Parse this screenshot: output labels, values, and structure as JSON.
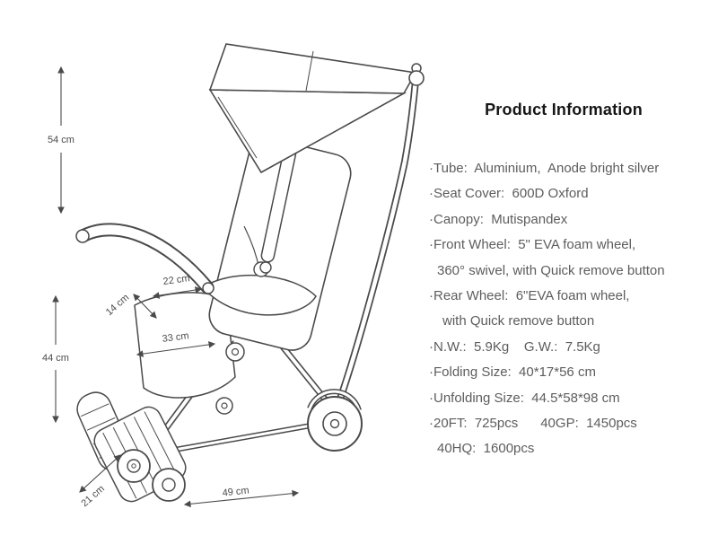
{
  "colors": {
    "heading": "#161616",
    "body_text": "#5d5d5d",
    "line_art": "#4a4a4a"
  },
  "info": {
    "title": "Product Information",
    "lines": [
      {
        "text": "·Tube:  Aluminium,  Anode bright silver"
      },
      {
        "text": "·Seat Cover:  600D Oxford"
      },
      {
        "text": "·Canopy:  Mutispandex"
      },
      {
        "text": "·Front Wheel:  5\" EVA foam wheel,"
      },
      {
        "text": "360° swivel, with Quick remove button"
      },
      {
        "text": "·Rear Wheel:  6\"EVA foam wheel,"
      },
      {
        "text": "with Quick remove button"
      },
      {
        "text": "·N.W.:  5.9Kg    G.W.:  7.5Kg"
      },
      {
        "text": "·Folding Size:  40*17*56 cm"
      },
      {
        "text": "·Unfolding Size:  44.5*58*98 cm"
      },
      {
        "text": "·20FT:  725pcs      40GP:  1450pcs"
      },
      {
        "text": "40HQ:  1600pcs"
      }
    ]
  },
  "dims": [
    {
      "label": "54 cm"
    },
    {
      "label": "44 cm"
    },
    {
      "label": "21 cm"
    },
    {
      "label": "49 cm"
    },
    {
      "label": "22 cm"
    },
    {
      "label": "14 cm"
    },
    {
      "label": "33 cm"
    }
  ]
}
